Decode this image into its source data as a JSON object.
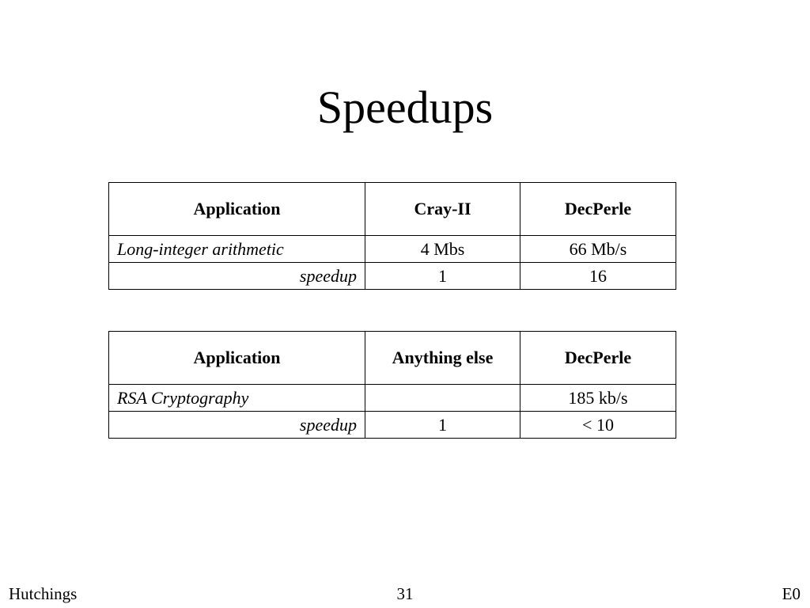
{
  "slide": {
    "title": "Speedups"
  },
  "tables": [
    {
      "headers": [
        "Application",
        "Cray-II",
        "DecPerle"
      ],
      "rows": [
        [
          "Long-integer arithmetic",
          "4 Mbs",
          "66 Mb/s"
        ],
        [
          "speedup",
          "1",
          "16"
        ]
      ]
    },
    {
      "headers": [
        "Application",
        "Anything else",
        "DecPerle"
      ],
      "rows": [
        [
          "RSA Cryptography",
          "",
          "185 kb/s"
        ],
        [
          "speedup",
          "1",
          "< 10"
        ]
      ]
    }
  ],
  "footer": {
    "author": "Hutchings",
    "page_number": "31",
    "code": "E0"
  }
}
